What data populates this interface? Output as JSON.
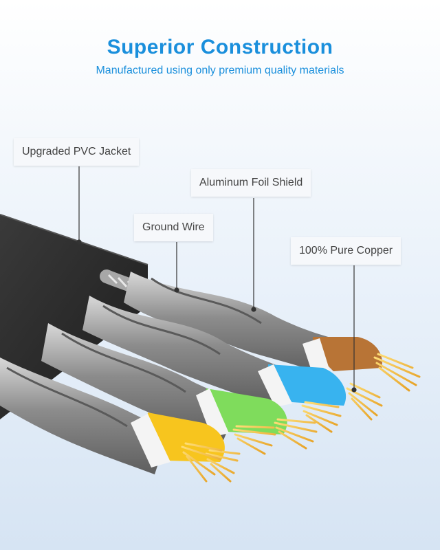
{
  "header": {
    "title": "Superior Construction",
    "subtitle": "Manufactured using only premium quality materials"
  },
  "callouts": {
    "jacket": "Upgraded PVC Jacket",
    "foil": "Aluminum Foil Shield",
    "ground": "Ground Wire",
    "copper": "100% Pure Copper"
  },
  "colors": {
    "accent": "#1a8fdc",
    "jacket": "#2b2b2b",
    "foil": "#9a9a9a",
    "wire_yellow": "#f7c51e",
    "wire_green": "#7fdc5c",
    "wire_blue": "#38b3ef",
    "wire_brown": "#b87436",
    "copper": "#f2b338"
  }
}
